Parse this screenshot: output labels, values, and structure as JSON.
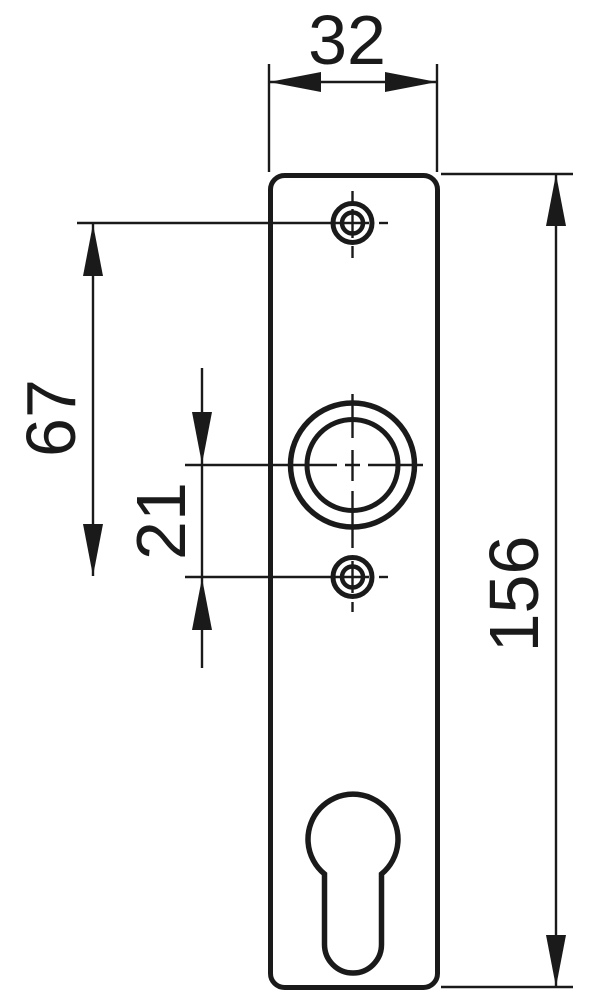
{
  "drawing": {
    "type": "technical-dimension-drawing",
    "subject": "door-plate-backplate-with-euro-cylinder-cutout",
    "colors": {
      "line": "#1a1a1a",
      "background": "#ffffff"
    },
    "dimensions": {
      "plate_width": "32",
      "plate_height": "156",
      "screw_to_screw": "67",
      "hub_center_to_screw": "21"
    },
    "features": [
      "plate-outline",
      "top-screw-hole",
      "handle-hub-hole",
      "bottom-screw-hole",
      "euro-cylinder-keyhole"
    ]
  }
}
